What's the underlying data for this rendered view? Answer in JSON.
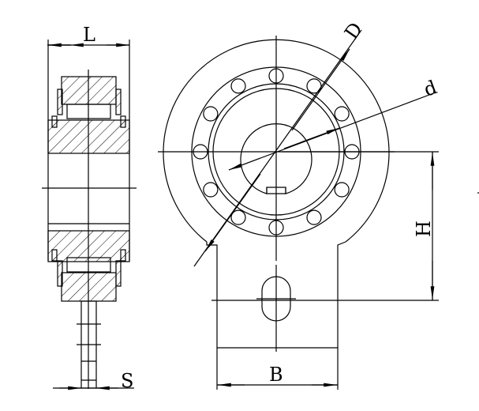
{
  "labels": {
    "L": "L",
    "S": "S",
    "D": "D",
    "d": "d",
    "H": "H",
    "B": "B"
  },
  "colors": {
    "line": "#000000",
    "background": "#ffffff"
  },
  "ball_count": 12
}
